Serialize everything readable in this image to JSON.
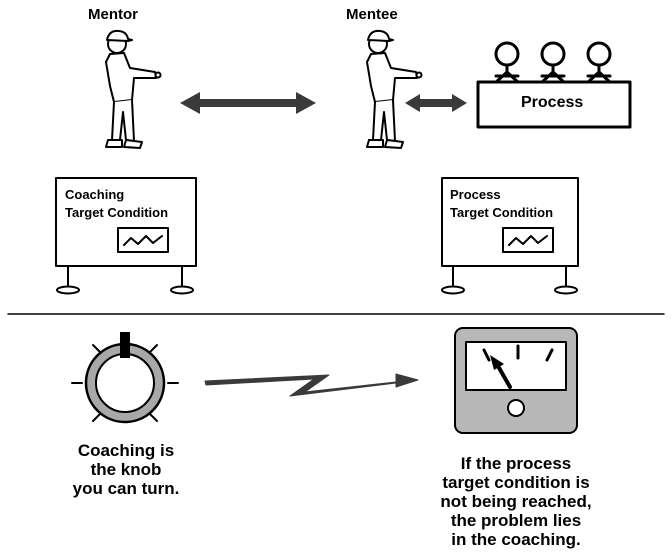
{
  "figure": {
    "mentor": {
      "title": "Mentor"
    },
    "mentee": {
      "title": "Mentee"
    },
    "process_box": {
      "label": "Process"
    },
    "coaching_board": {
      "title": "Coaching\nTarget Condition"
    },
    "process_board": {
      "title": "Process\nTarget Condition"
    },
    "knob_caption": "Coaching is\nthe knob\nyou can turn.",
    "gauge_caption": "If the process\ntarget condition is\nnot being reached,\nthe problem lies\nin the coaching."
  },
  "colors": {
    "ink": "#000000",
    "gauge_body": "#b8b8b8",
    "knob_gray": "#a8a8a8",
    "arrow_gray": "#3a3a3a"
  }
}
